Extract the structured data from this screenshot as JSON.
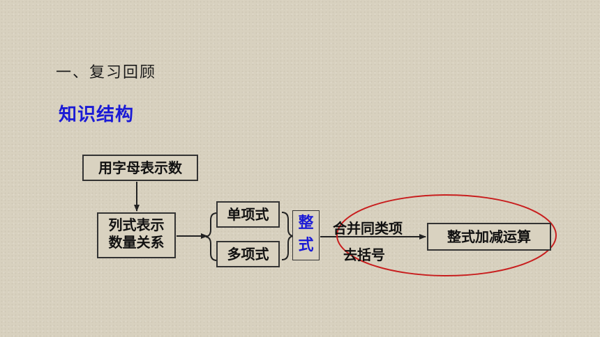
{
  "header": {
    "section_title": "一、复习回顾",
    "subtitle": "知识结构"
  },
  "diagram": {
    "nodes": {
      "letters_for_numbers": "用字母表示数",
      "expr_line1": "列式表示",
      "expr_line2": "数量关系",
      "monomial": "单项式",
      "polynomial": "多项式",
      "integral_line1": "整",
      "integral_line2": "式",
      "add_sub_ops": "整式加减运算"
    },
    "edge_labels": {
      "combine_like_terms": "合并同类项",
      "remove_brackets": "去括号"
    },
    "colors": {
      "title_blue": "#1a1ad6",
      "highlight_ellipse": "#c81e1e",
      "lines": "#222222"
    }
  }
}
